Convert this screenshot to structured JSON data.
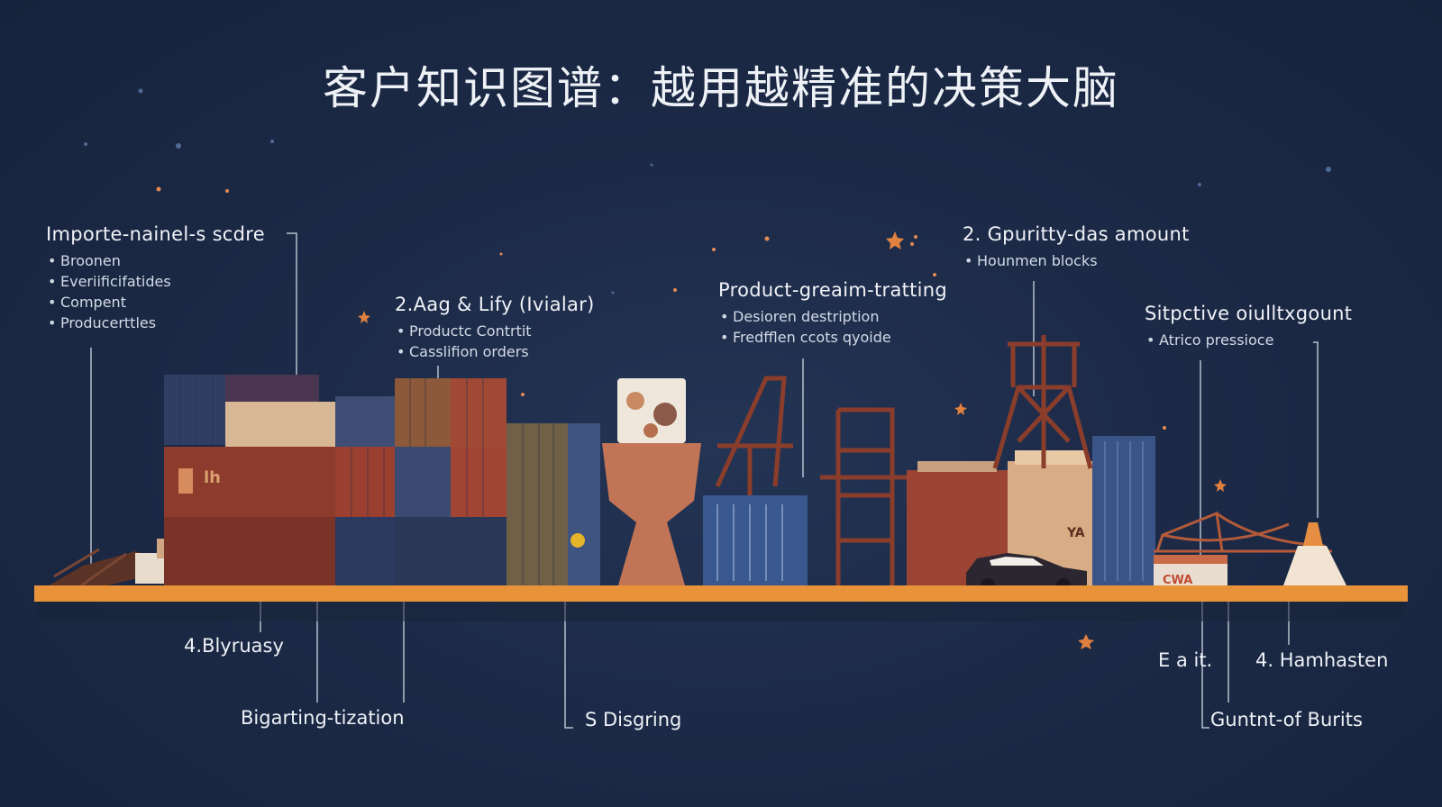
{
  "title": "客户知识图谱：越用越精准的决策大脑",
  "top_annotations": [
    {
      "heading": "Importe-nainel-s scdre",
      "bullets": [
        "Broonen",
        "Everiificifatides",
        "Compent",
        "Producerttles"
      ]
    },
    {
      "heading": "2.Aag & Lify (Ivialar)",
      "bullets": [
        "Productc Contrtit",
        "Casslifion orders"
      ]
    },
    {
      "heading": "Product-greaim-tratting",
      "bullets": [
        "Desioren destription",
        "Fredfflen ccots qyoide"
      ]
    },
    {
      "heading": "2. Gpuritty-das amount",
      "bullets": [
        "Hounmen blocks"
      ]
    },
    {
      "heading": "Sitpctive oiulltxgount",
      "bullets": [
        "Atrico pressioce"
      ]
    }
  ],
  "bottom_labels": [
    "4.Blyruasy",
    "Bigarting-tization",
    "S Disgring",
    "E a it.",
    "4. Hamhasten",
    "Guntnt-of Burits"
  ],
  "scene_text": {
    "shed_sign": "CWA",
    "warehouse_sign": "YA",
    "container_mark": "lh"
  },
  "colors": {
    "background": "#1c2a47",
    "ground": "#e8923a",
    "container_red": "#8c3b2c",
    "container_blue": "#2f4670",
    "container_tan": "#c99a73",
    "line": "#b8bfcc"
  }
}
